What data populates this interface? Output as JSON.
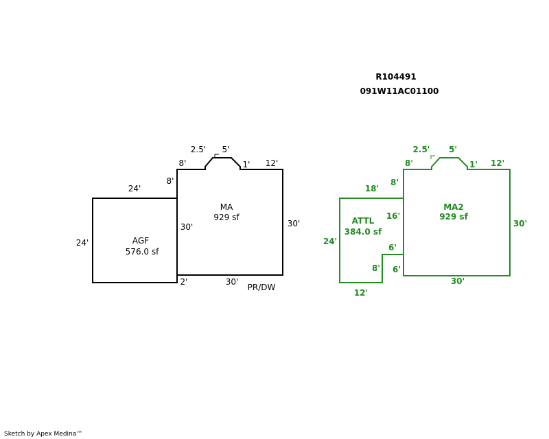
{
  "header": {
    "parcel_id": "R104491",
    "map_number": "091W11AC01100"
  },
  "colors": {
    "left_sketch": "#000000",
    "right_sketch": "#228B22"
  },
  "left": {
    "agf": {
      "name": "AGF",
      "area": "576.0 sf",
      "top": "24'",
      "side": "24'"
    },
    "ma": {
      "name": "MA",
      "area": "929 sf",
      "dim_2_5": "2.5'",
      "dim_5": "5'",
      "dim_1": "1'",
      "dim_12": "12'",
      "dim_8a": "8'",
      "dim_8b": "8'",
      "dim_30_left": "30'",
      "dim_30_right": "30'",
      "dim_2": "2'",
      "dim_30_bottom": "30'"
    },
    "note": "PR/DW"
  },
  "right": {
    "attl": {
      "name": "ATTL",
      "area": "384.0 sf",
      "dim_18": "18'",
      "dim_24": "24'",
      "dim_16": "16'",
      "dim_6a": "6'",
      "dim_6b": "6'",
      "dim_8": "8'",
      "dim_12": "12'"
    },
    "ma2": {
      "name": "MA2",
      "area": "929 sf",
      "dim_2_5": "2.5'",
      "dim_5": "5'",
      "dim_1": "1'",
      "dim_12": "12'",
      "dim_8a": "8'",
      "dim_8b": "8'",
      "dim_30_right": "30'",
      "dim_30_bottom": "30'"
    }
  },
  "footer": "Sketch by Apex Medina™"
}
